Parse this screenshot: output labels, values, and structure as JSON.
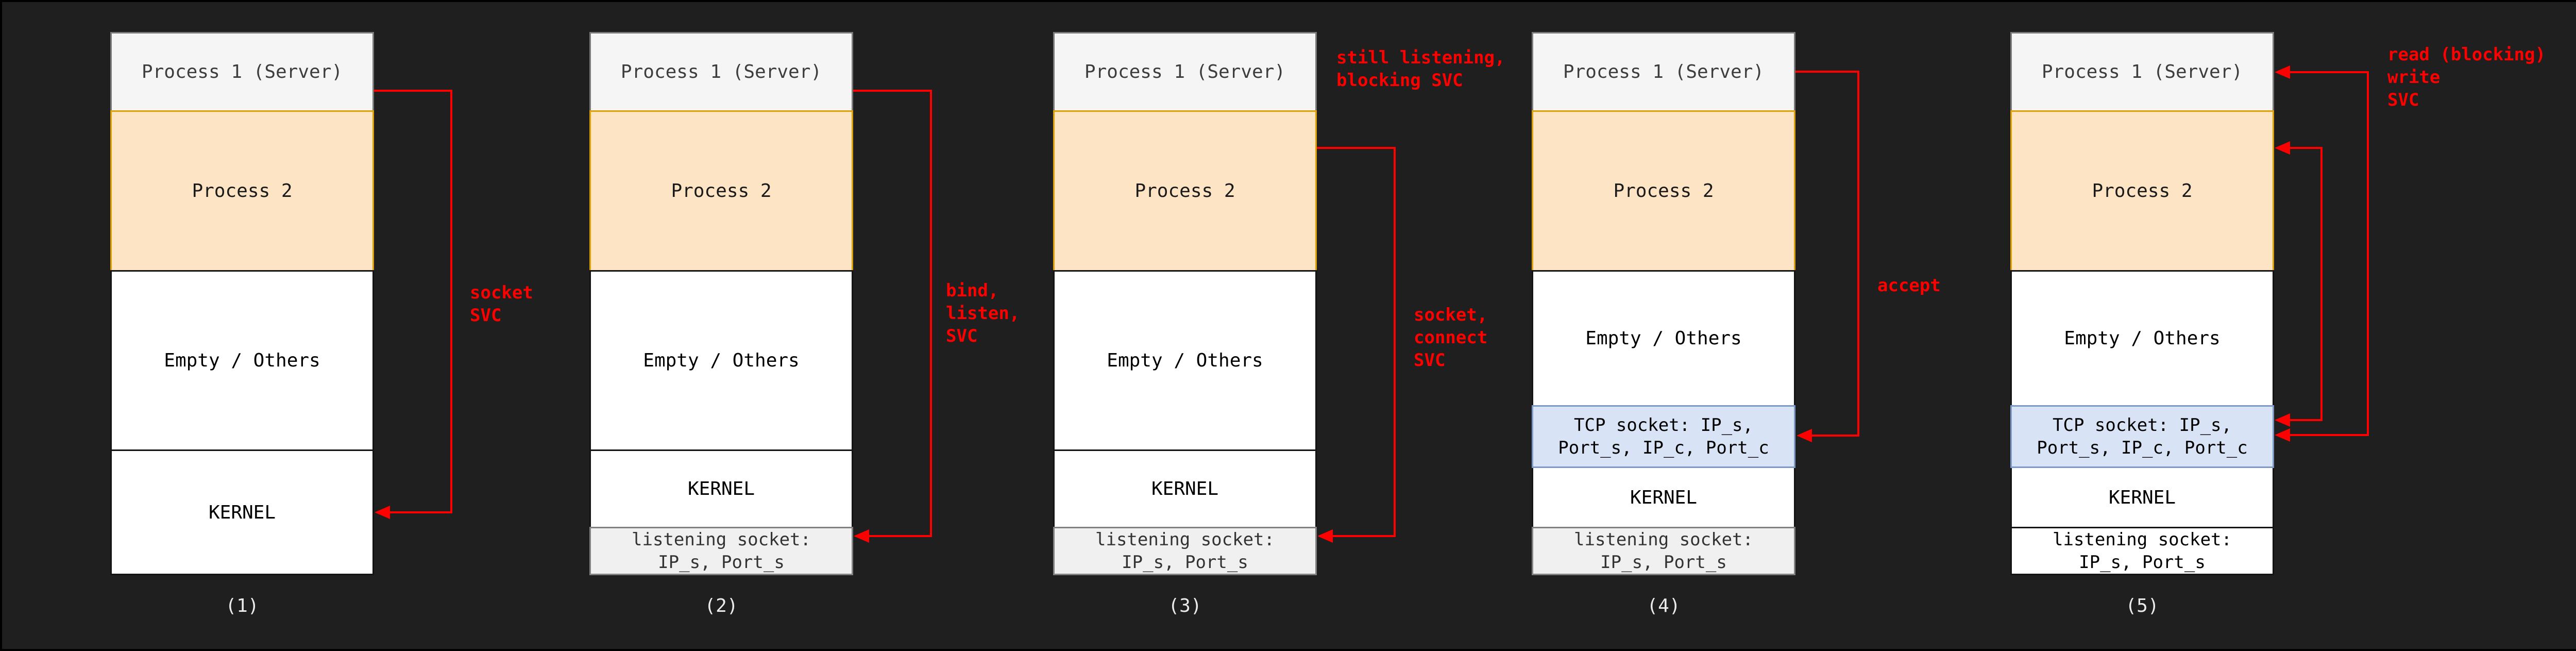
{
  "colors": {
    "background": "#1f1f1f",
    "frame": "#000000",
    "arrow_red": "#ff0000",
    "process1_fill": "#f5f5f5",
    "process1_border": "#7a7a7a",
    "process2_fill": "#fce4c4",
    "process2_border": "#dfa006",
    "memory_fill": "#ffffff",
    "memory_border": "#141414",
    "tcp_socket_fill": "#d8e4f6",
    "tcp_socket_border": "#7e99c5",
    "listening_socket_fill": "#f0f0f0",
    "listening_socket_border": "#828282",
    "caption_color": "#ebebeb"
  },
  "diagrams": [
    {
      "caption": "(1)",
      "layers": {
        "process1": "Process 1 (Server)",
        "process2": "Process 2",
        "empty": "Empty / Others",
        "kernel": "KERNEL"
      },
      "arrow_label": "socket\nSVC"
    },
    {
      "caption": "(2)",
      "layers": {
        "process1": "Process 1 (Server)",
        "process2": "Process 2",
        "empty": "Empty / Others",
        "kernel": "KERNEL",
        "listening": "listening socket:\nIP_s, Port_s"
      },
      "arrow_label": "bind,\nlisten,\nSVC"
    },
    {
      "caption": "(3)",
      "note": "still listening,\nblocking SVC",
      "layers": {
        "process1": "Process 1 (Server)",
        "process2": "Process 2",
        "empty": "Empty / Others",
        "kernel": "KERNEL",
        "listening": "listening socket:\nIP_s, Port_s"
      },
      "arrow_label": "socket,\nconnect\nSVC"
    },
    {
      "caption": "(4)",
      "layers": {
        "process1": "Process 1 (Server)",
        "process2": "Process 2",
        "empty": "Empty / Others",
        "tcp": "TCP socket: IP_s,\nPort_s, IP_c, Port_c",
        "kernel": "KERNEL",
        "listening": "listening socket:\nIP_s, Port_s"
      },
      "arrow_label": "accept"
    },
    {
      "caption": "(5)",
      "layers": {
        "process1": "Process 1 (Server)",
        "process2": "Process 2",
        "empty": "Empty / Others",
        "tcp": "TCP socket: IP_s,\nPort_s, IP_c, Port_c",
        "kernel": "KERNEL",
        "listening": "listening socket:\nIP_s, Port_s"
      },
      "arrow_label": "read (blocking)\nwrite\nSVC"
    }
  ]
}
